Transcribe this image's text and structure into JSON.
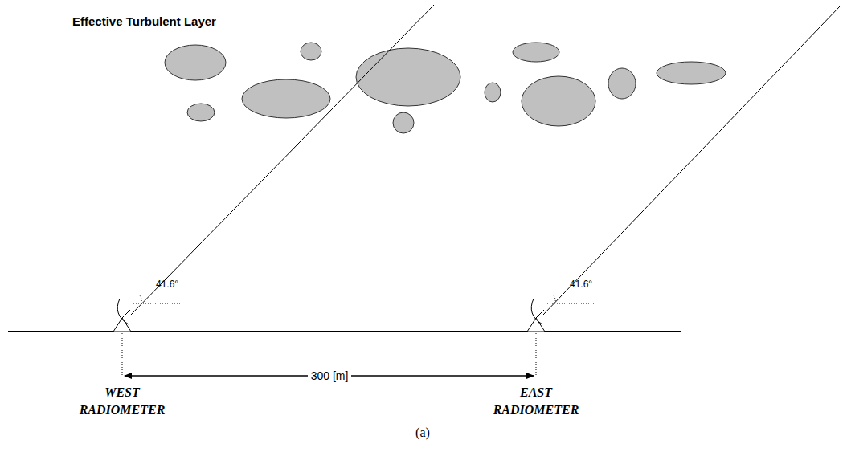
{
  "diagram": {
    "caption": "(a)",
    "labels": [
      "Effective Turbulent Layer",
      "41.6°",
      "41.6°",
      "300 [m]",
      "WEST RADIOMETER",
      "EAST RADIOMETER"
    ]
  }
}
